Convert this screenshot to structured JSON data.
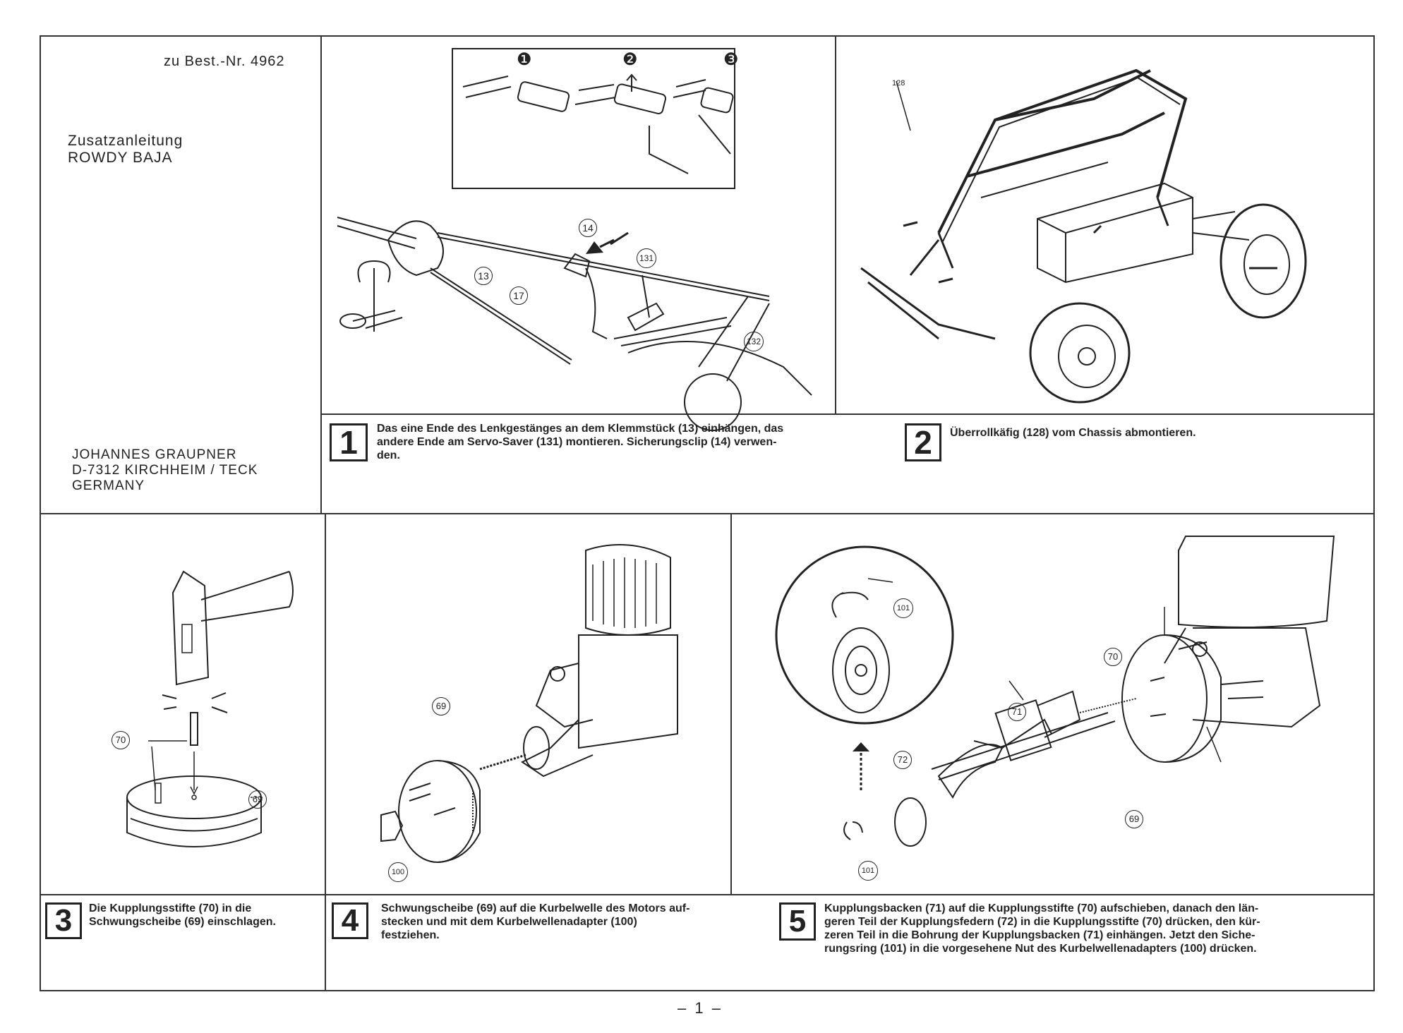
{
  "header": {
    "reference": "zu Best.-Nr. 4962",
    "title": "Zusatzanleitung\nROWDY BAJA",
    "address": "JOHANNES GRAUPNER\nD-7312  KIRCHHEIM / TECK\nGERMANY"
  },
  "steps": [
    {
      "number": "1",
      "caption": "Das eine Ende des Lenkgestänges an dem Klemmstück (13) einhängen, das\nandere Ende am Servo-Saver (131) montieren. Sicherungsclip (14) verwen-\nden.",
      "insets": [
        "❶",
        "❷",
        "❸"
      ],
      "parts": [
        "14",
        "13",
        "131",
        "17",
        "132"
      ]
    },
    {
      "number": "2",
      "caption": "Überrollkäfig (128) vom Chassis abmontieren.",
      "parts": [
        "128"
      ]
    },
    {
      "number": "3",
      "caption": "Die Kupplungsstifte (70) in die\nSchwungscheibe (69) einschlagen.",
      "parts": [
        "70",
        "69"
      ]
    },
    {
      "number": "4",
      "caption": "Schwungscheibe (69) auf die Kurbelwelle des Motors auf-\nstecken und mit dem Kurbelwellenadapter (100)\nfestziehen.",
      "parts": [
        "69",
        "100"
      ]
    },
    {
      "number": "5",
      "caption": "Kupplungsbacken (71) auf die Kupplungsstifte (70) aufschieben, danach den län-\ngeren Teil der Kupplungsfedern (72) in die Kupplungsstifte (70) drücken, den kür-\nzeren Teil in die Bohrung der Kupplungsbacken (71) einhängen. Jetzt den Siche-\nrungsring  (101) in die vorgesehene Nut des Kurbelwellenadapters (100) drücken.",
      "parts": [
        "101",
        "72",
        "71",
        "70",
        "69",
        "101"
      ]
    }
  ],
  "footer": {
    "page": "– 1 –"
  },
  "colors": {
    "ink": "#222222",
    "paper": "#ffffff"
  }
}
